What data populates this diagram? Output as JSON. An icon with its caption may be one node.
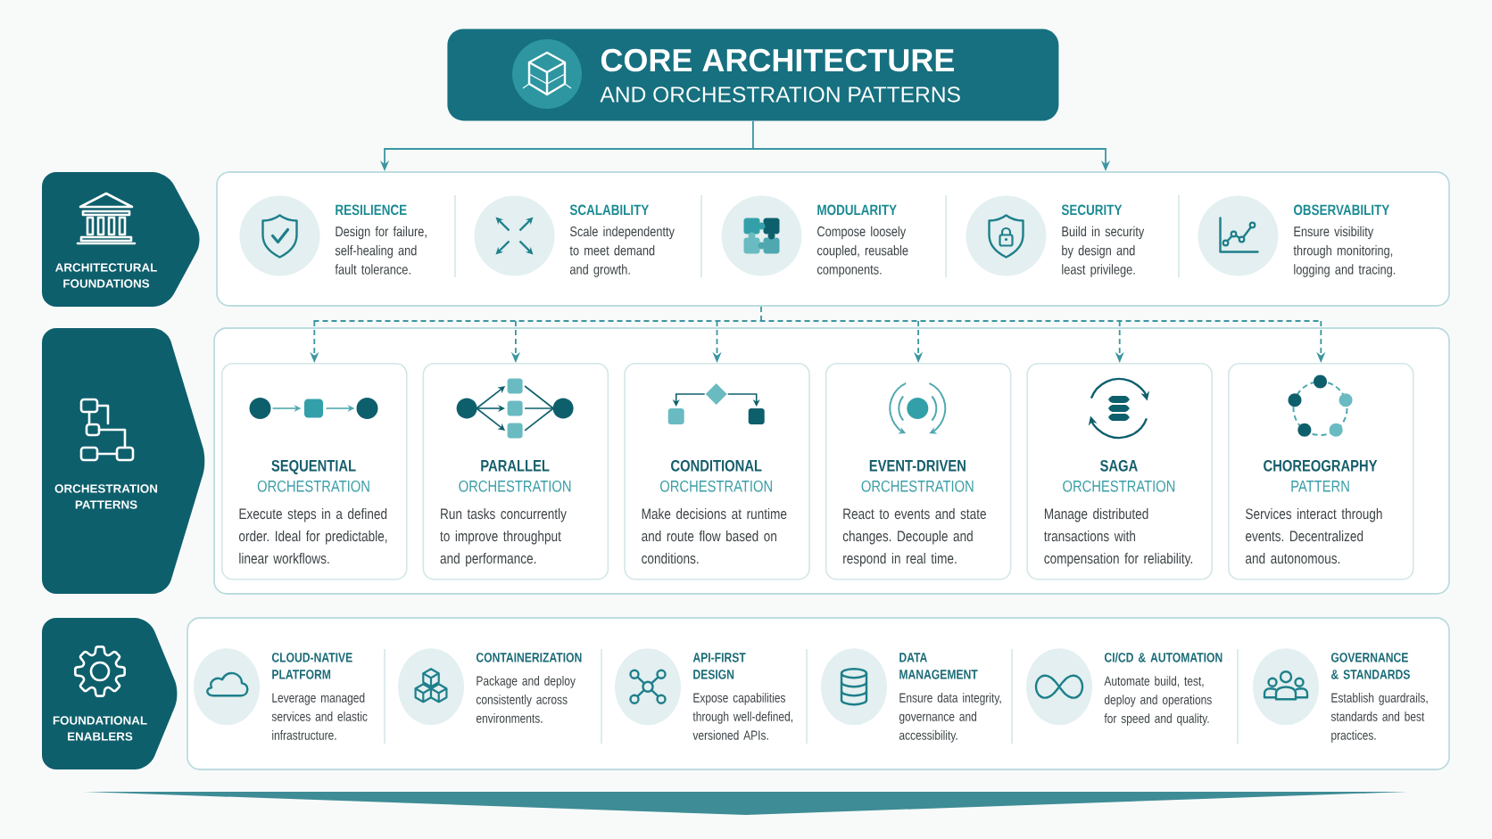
{
  "diagram": {
    "nodes": [
      {
        "text": [
          "CORE ARCHITECTURE",
          "AND ORCHESTRATION PATTERNS"
        ]
      },
      {
        "text": [
          "ARCHITECTURAL FOUNDATIONS"
        ]
      },
      {
        "text": [],
        "shape": "box"
      },
      {
        "text": [
          "RESILIENCE",
          "Design for failure, self-healing and fault tolerance."
        ],
        "in": 2
      },
      {
        "text": [
          "SCALABILITY",
          "Scale independentty to meet demand and growth."
        ],
        "in": 2
      },
      {
        "text": [
          "MODULARITY",
          "Compose loosely coupled, reusable components."
        ],
        "in": 2
      },
      {
        "text": [
          "SECURITY",
          "Build in security by design and least privilege."
        ],
        "in": 2
      },
      {
        "text": [
          "OBSERVABILITY",
          "Ensure visibility through monitoring, logging and tracing."
        ],
        "in": 2
      },
      {
        "text": [
          "ORCHESTRATION PATTERNS"
        ]
      },
      {
        "text": [],
        "shape": "box"
      },
      {
        "text": [
          "SEQUENTIAL",
          "ORCHESTRATION",
          "Execute steps in a defined order. Ideal for predictable, linear workflows."
        ],
        "in": 9
      },
      {
        "text": [
          "PARALLEL",
          "ORCHESTRATION",
          "Run tasks concurrently to improve throughput and performance."
        ],
        "in": 9
      },
      {
        "text": [
          "CONDITIONAL",
          "ORCHESTRATION",
          "Make decisions at runtime and route flow based on conditions."
        ],
        "in": 9
      },
      {
        "text": [
          "EVENT-DRIVEN",
          "ORCHESTRATION",
          "React to events and state changes. Decouple and respond in real time."
        ],
        "in": 9
      },
      {
        "text": [
          "SAGA",
          "ORCHESTRATION",
          "Manage distributed transactions with compensation for reliability."
        ],
        "in": 9
      },
      {
        "text": [
          "CHOREOGRAPHY",
          "PATTERN",
          "Services interact through events. Decentralized and autonomous."
        ],
        "in": 9
      },
      {
        "text": [
          "FOUNDATIONAL ENABLERS"
        ]
      },
      {
        "text": [],
        "shape": "box"
      },
      {
        "text": [
          "CLOUD-NATIVE PLATFORM",
          "Leverage managed services and elastic infrastructure."
        ],
        "in": 17
      },
      {
        "text": [
          "CONTAINERIZATION",
          "Package and deploy consistently across environments."
        ],
        "in": 17
      },
      {
        "text": [
          "API-FIRST DESIGN",
          "Expose capabilities through well-defined, versioned APIs."
        ],
        "in": 17
      },
      {
        "text": [
          "DATA MANAGEMENT",
          "Ensure data integrity, governance and accessibility."
        ],
        "in": 17
      },
      {
        "text": [
          "CI/CD & AUTOMATION",
          "Automate build, test, deploy and operations for speed and quality."
        ],
        "in": 17
      },
      {
        "text": [
          "GOVERNANCE & STANDARDS",
          "Establish guardrails, standards and best practices."
        ],
        "in": 17
      }
    ],
    "edges": [
      {
        "from": 0,
        "to": 2,
        "arrow": "to"
      },
      {
        "from": 0,
        "to": 2,
        "arrow": "to"
      },
      {
        "from": 2,
        "to": 10,
        "arrow": "to",
        "style": "dashed"
      },
      {
        "from": 2,
        "to": 11,
        "arrow": "to",
        "style": "dashed"
      },
      {
        "from": 2,
        "to": 12,
        "arrow": "to",
        "style": "dashed"
      },
      {
        "from": 2,
        "to": 13,
        "arrow": "to",
        "style": "dashed"
      },
      {
        "from": 2,
        "to": 14,
        "arrow": "to",
        "style": "dashed"
      },
      {
        "from": 2,
        "to": 15,
        "arrow": "to",
        "style": "dashed"
      }
    ]
  }
}
